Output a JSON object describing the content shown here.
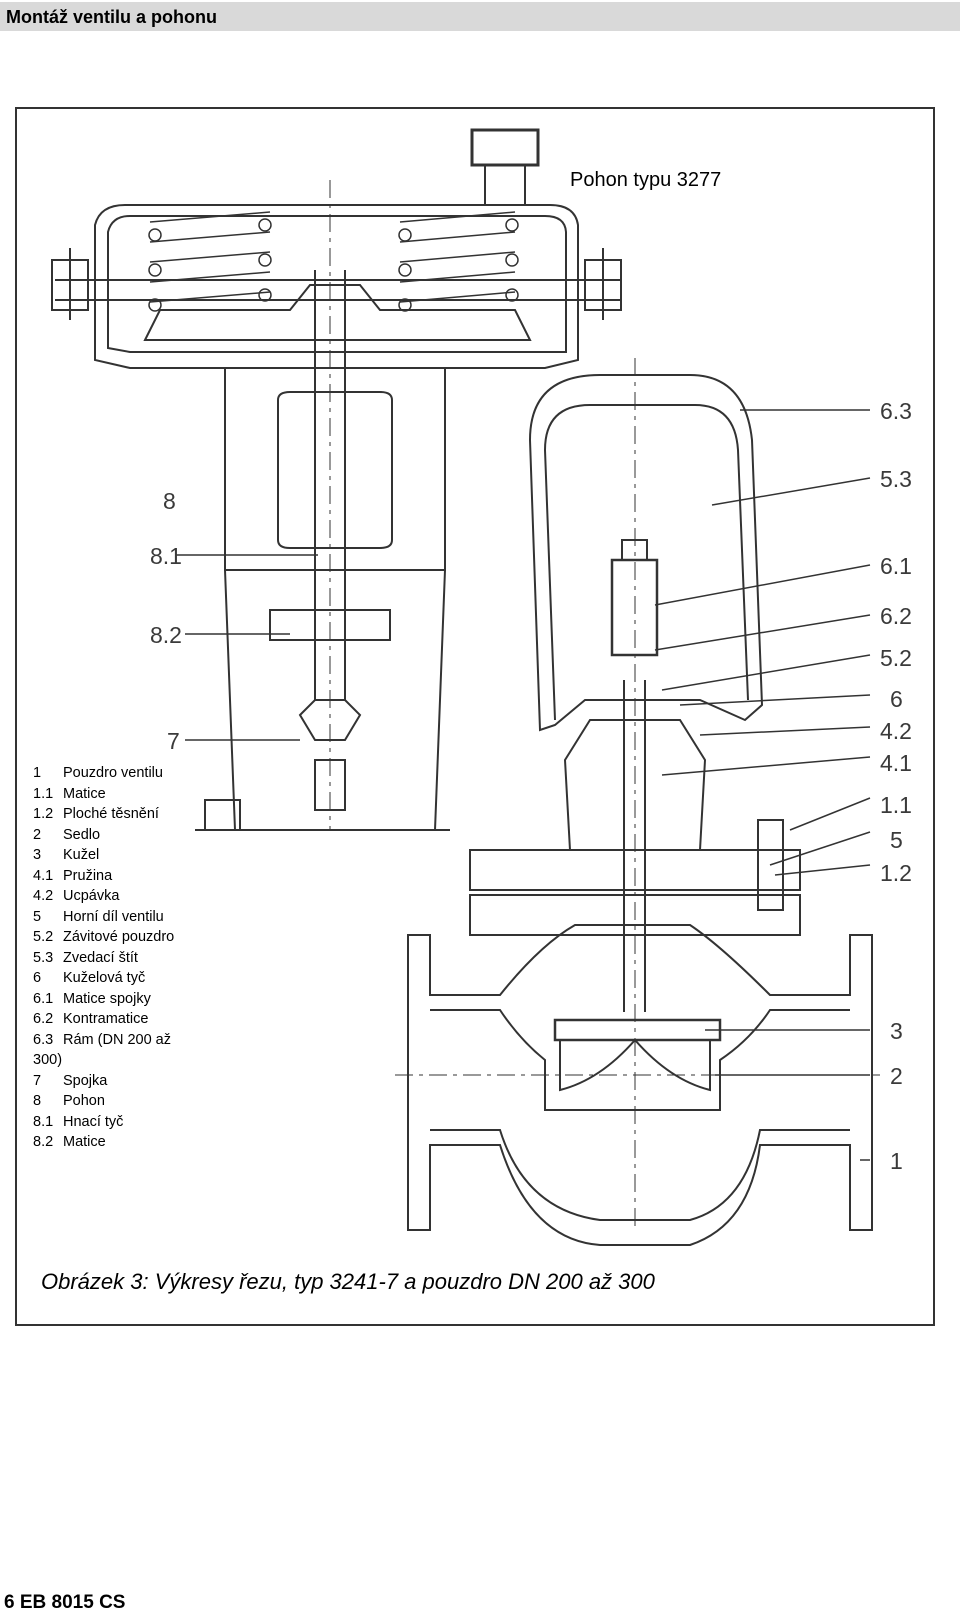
{
  "header": {
    "title": "Montáž ventilu a pohonu"
  },
  "figure": {
    "actuator_label": "Pohon typu 3277",
    "caption": "Obrázek 3: Výkresy řezu, typ 3241-7 a pouzdro DN 200 až 300",
    "callouts_left": [
      "8",
      "8.1",
      "8.2",
      "7"
    ],
    "callouts_right": [
      "6.3",
      "5.3",
      "6.1",
      "6.2",
      "5.2",
      "6",
      "4.2",
      "4.1",
      "1.1",
      "5",
      "1.2",
      "3",
      "2",
      "1"
    ]
  },
  "legend": [
    {
      "num": "1",
      "text": "Pouzdro ventilu"
    },
    {
      "num": "1.1",
      "text": "Matice"
    },
    {
      "num": "1.2",
      "text": "Ploché těsnění"
    },
    {
      "num": "2",
      "text": "Sedlo"
    },
    {
      "num": "3",
      "text": "Kužel"
    },
    {
      "num": "4.1",
      "text": "Pružina"
    },
    {
      "num": "4.2",
      "text": "Ucpávka"
    },
    {
      "num": "5",
      "text": "Horní díl ventilu"
    },
    {
      "num": "5.2",
      "text": "Závitové pouzdro"
    },
    {
      "num": "5.3",
      "text": "Zvedací štít"
    },
    {
      "num": "6",
      "text": "Kuželová tyč"
    },
    {
      "num": "6.1",
      "text": "Matice spojky"
    },
    {
      "num": "6.2",
      "text": "Kontramatice"
    },
    {
      "num": "6.3",
      "text": "Rám (DN 200 až 300)"
    },
    {
      "num": "7",
      "text": "Spojka"
    },
    {
      "num": "8",
      "text": "Pohon"
    },
    {
      "num": "8.1",
      "text": "Hnací tyč"
    },
    {
      "num": "8.2",
      "text": "Matice"
    }
  ],
  "footer": {
    "page_ref": "6 EB 8015 CS"
  }
}
